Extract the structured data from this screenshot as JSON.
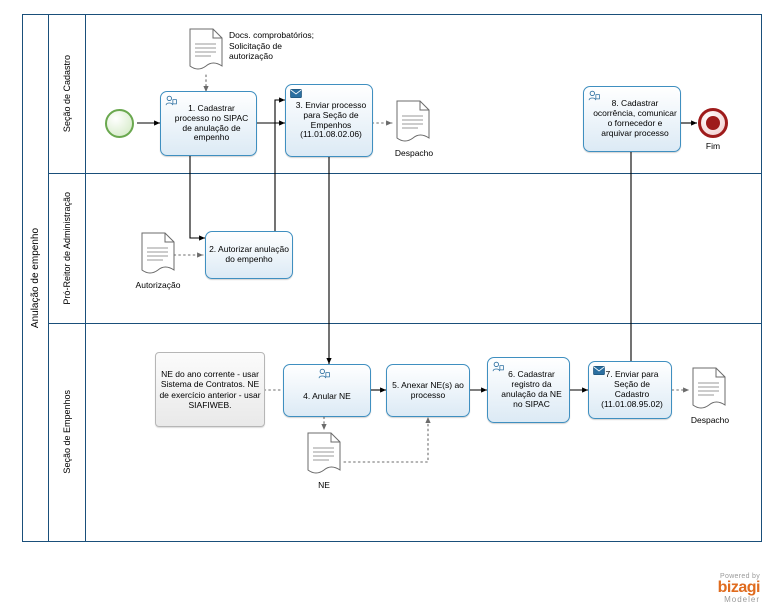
{
  "diagram": {
    "pool_title": "Anulação de empenho",
    "lanes": [
      {
        "id": "lane-cadastro",
        "title": "Seção de Cadastro"
      },
      {
        "id": "lane-proreitor",
        "title": "Pró-Reitor de Administração"
      },
      {
        "id": "lane-empenhos",
        "title": "Seção de Empenhos"
      }
    ],
    "events": [
      {
        "id": "start",
        "type": "start-event",
        "label": ""
      },
      {
        "id": "end",
        "type": "end-event",
        "label": "Fim"
      }
    ],
    "tasks": [
      {
        "id": "t1",
        "label": "1. Cadastrar processo no SIPAC de anulação de empenho",
        "icon": "user-task-icon"
      },
      {
        "id": "t2",
        "label": "2. Autorizar anulação do empenho",
        "icon": ""
      },
      {
        "id": "t3",
        "label": "3. Enviar processo para Seção de Empenhos (11.01.08.02.06)",
        "icon": "send-message-icon"
      },
      {
        "id": "t4",
        "label": "4. Anular NE",
        "icon": "user-task-icon"
      },
      {
        "id": "t5",
        "label": "5. Anexar NE(s) ao processo",
        "icon": ""
      },
      {
        "id": "t6",
        "label": "6. Cadastrar registro da anulação da NE no SIPAC",
        "icon": "user-task-icon"
      },
      {
        "id": "t7",
        "label": "7. Enviar para Seção de Cadastro (11.01.08.95.02)",
        "icon": "send-message-icon"
      },
      {
        "id": "t8",
        "label": "8. Cadastrar ocorrência, comunicar o fornecedor e arquivar processo",
        "icon": "user-task-icon"
      }
    ],
    "documents": [
      {
        "id": "d1",
        "label": "Docs. comprobatórios; Solicitação de autorização",
        "label_position": "right"
      },
      {
        "id": "d2",
        "label": "Despacho",
        "label_position": "below"
      },
      {
        "id": "d3",
        "label": "Autorização",
        "label_position": "below"
      },
      {
        "id": "d4",
        "label": "NE",
        "label_position": "below"
      },
      {
        "id": "d5",
        "label": "Despacho",
        "label_position": "below"
      }
    ],
    "annotations": [
      {
        "id": "a1",
        "text": "NE do ano corrente - usar Sistema de Contratos. NE de exercício anterior - usar SIAFIWEB."
      }
    ]
  },
  "branding": {
    "powered_by": "Powered by",
    "name": "bizagi",
    "product": "Modeler"
  }
}
